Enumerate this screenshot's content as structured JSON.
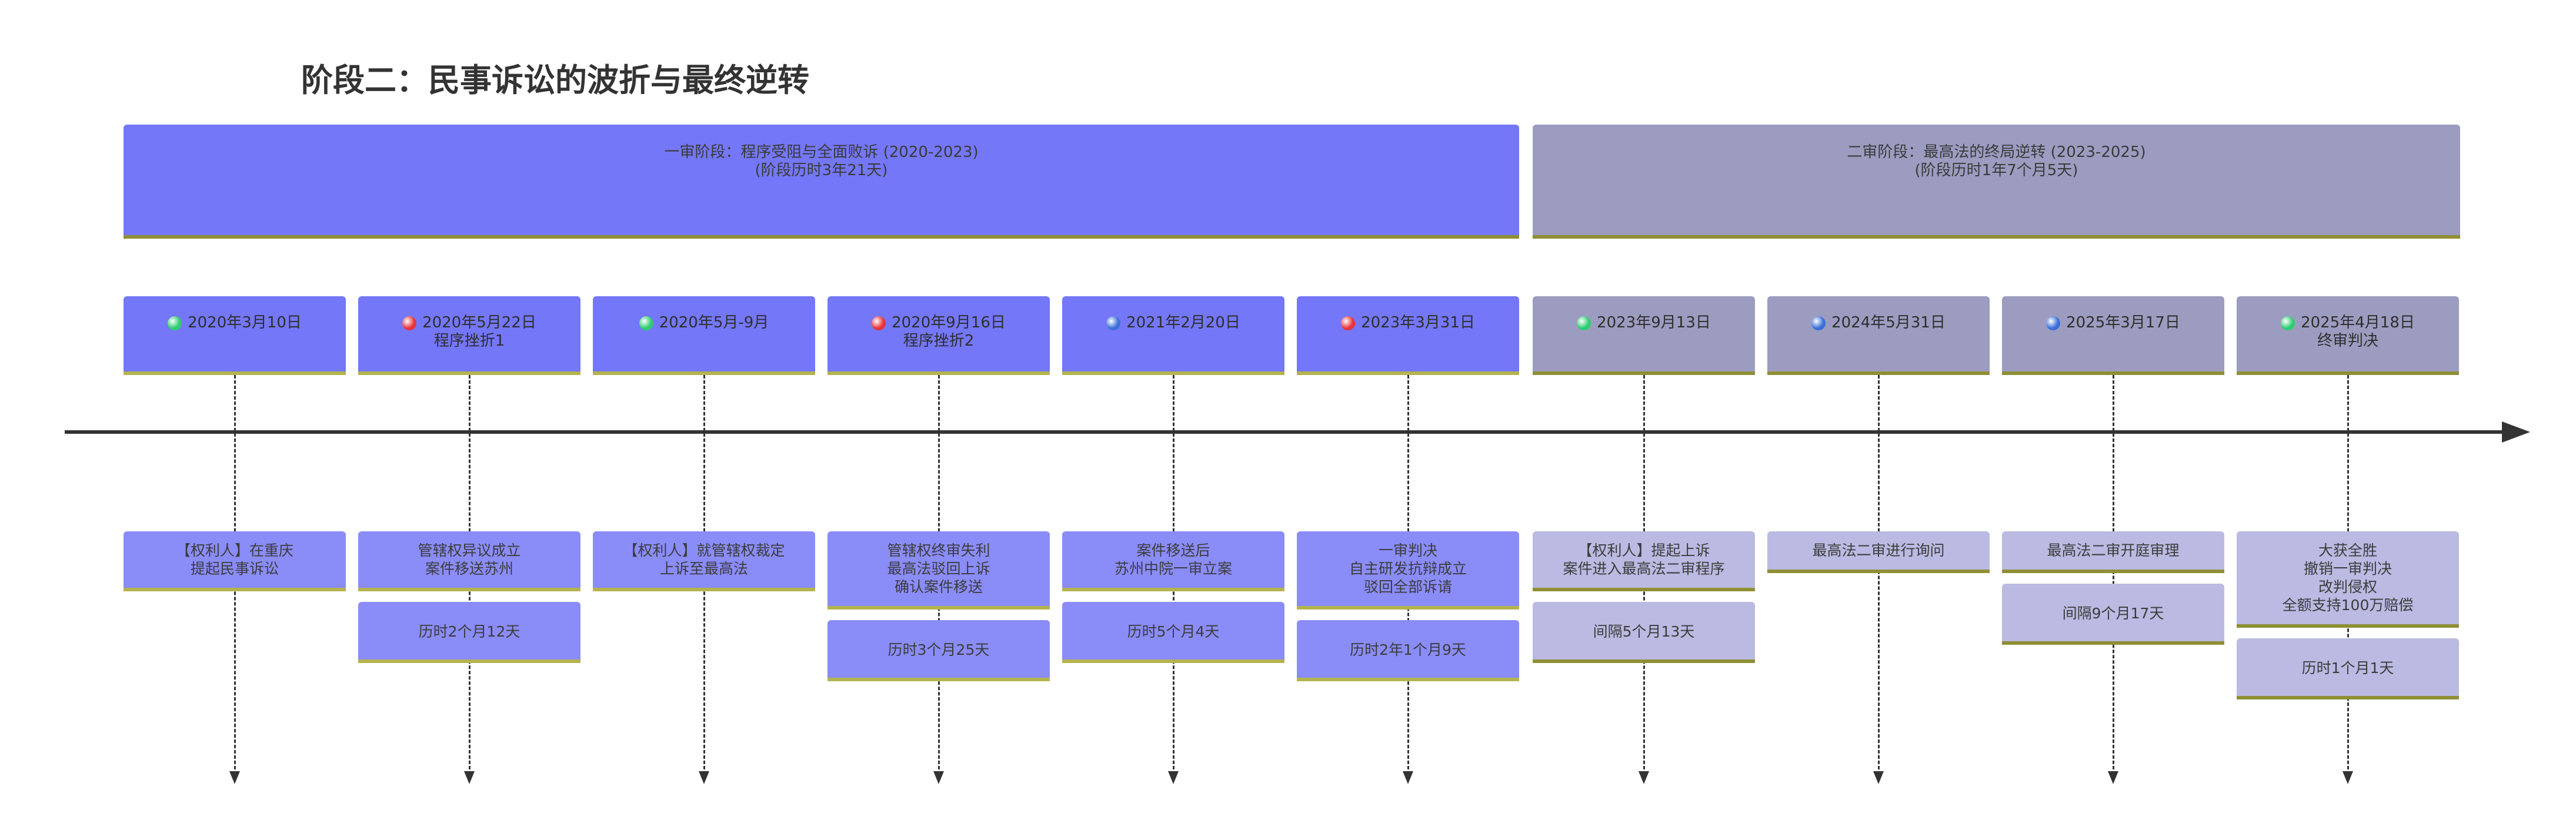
{
  "title": "阶段二：民事诉讼的波折与最终逆转",
  "sections": [
    {
      "line1": "一审阶段：程序受阻与全面败诉 (2020-2023)",
      "line2": "(阶段历时3年21天)"
    },
    {
      "line1": "二审阶段：最高法的终局逆转 (2023-2025)",
      "line2": "(阶段历时1年7个月5天)"
    }
  ],
  "colors": {
    "phase1": "#7477f7",
    "phase2": "#9c9cc1",
    "dot_green": "#2ecc71",
    "dot_red": "#e8333a",
    "dot_blue": "#3b6fd8"
  },
  "milestones": [
    {
      "date": "2020年3月10日",
      "sub": "",
      "dot": "green",
      "event": [
        "【权利人】在重庆",
        "提起民事诉讼"
      ],
      "duration": ""
    },
    {
      "date": "2020年5月22日",
      "sub": "程序挫折1",
      "dot": "red",
      "event": [
        "管辖权异议成立",
        "案件移送苏州"
      ],
      "duration": "历时2个月12天"
    },
    {
      "date": "2020年5月-9月",
      "sub": "",
      "dot": "green",
      "event": [
        "【权利人】就管辖权裁定",
        "上诉至最高法"
      ],
      "duration": ""
    },
    {
      "date": "2020年9月16日",
      "sub": "程序挫折2",
      "dot": "red",
      "event": [
        "管辖权终审失利",
        "最高法驳回上诉",
        "确认案件移送"
      ],
      "duration": "历时3个月25天"
    },
    {
      "date": "2021年2月20日",
      "sub": "",
      "dot": "blue",
      "event": [
        "案件移送后",
        "苏州中院一审立案"
      ],
      "duration": "历时5个月4天"
    },
    {
      "date": "2023年3月31日",
      "sub": "",
      "dot": "red",
      "event": [
        "一审判决",
        "自主研发抗辩成立",
        "驳回全部诉请"
      ],
      "duration": "历时2年1个月9天"
    },
    {
      "date": "2023年9月13日",
      "sub": "",
      "dot": "green",
      "event": [
        "【权利人】提起上诉",
        "案件进入最高法二审程序"
      ],
      "duration": "间隔5个月13天"
    },
    {
      "date": "2024年5月31日",
      "sub": "",
      "dot": "blue",
      "event": [
        "最高法二审进行询问"
      ],
      "duration": ""
    },
    {
      "date": "2025年3月17日",
      "sub": "",
      "dot": "blue",
      "event": [
        "最高法二审开庭审理"
      ],
      "duration": "间隔9个月17天"
    },
    {
      "date": "2025年4月18日",
      "sub": "终审判决",
      "dot": "green",
      "event": [
        "大获全胜",
        "撤销一审判决",
        "改判侵权",
        "全额支持100万赔偿"
      ],
      "duration": "历时1个月1天"
    }
  ]
}
